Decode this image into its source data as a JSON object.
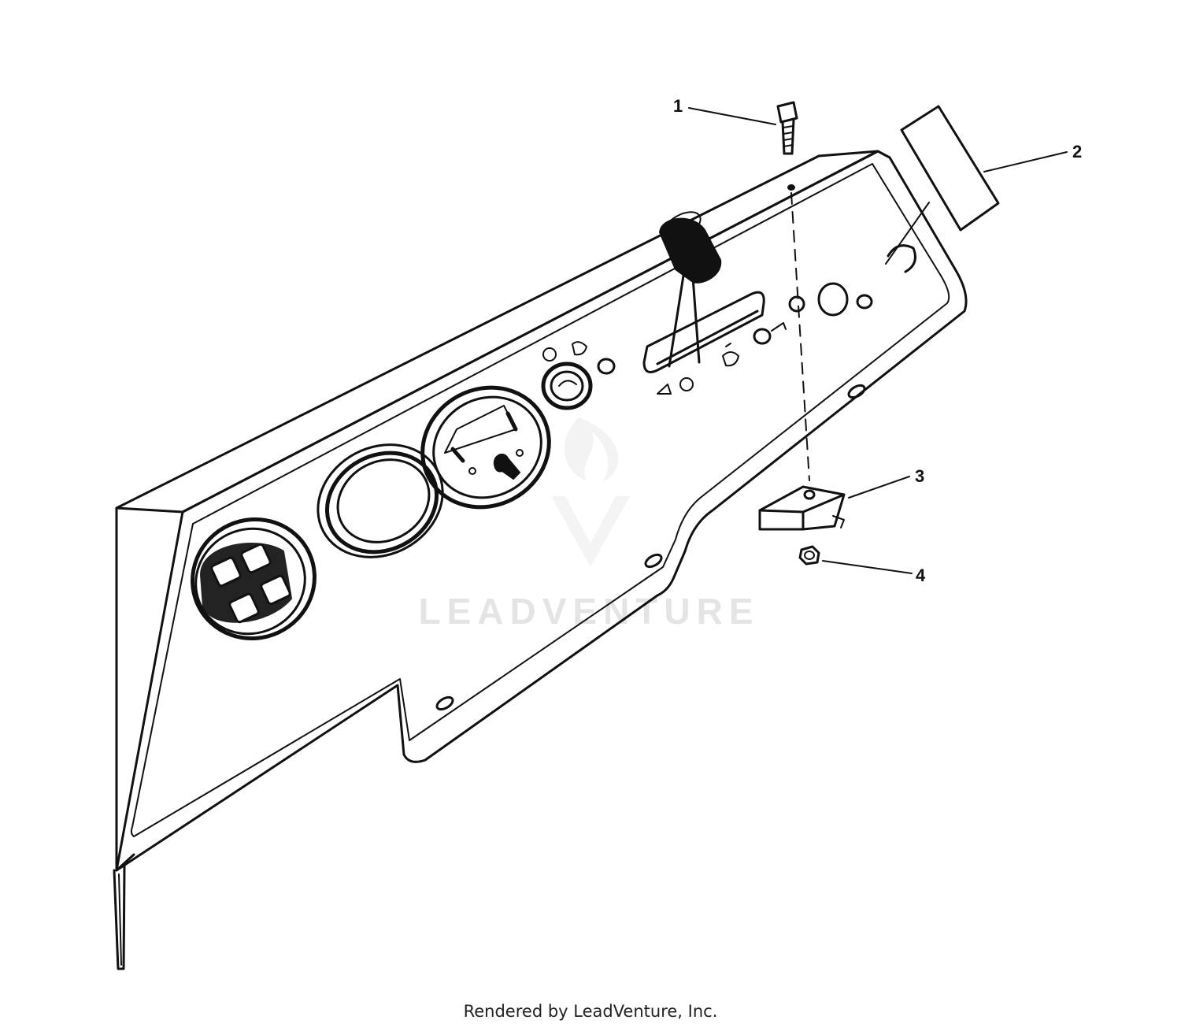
{
  "diagram": {
    "callouts": [
      {
        "id": "1",
        "label": "1"
      },
      {
        "id": "2",
        "label": "2"
      },
      {
        "id": "3",
        "label": "3"
      },
      {
        "id": "4",
        "label": "4"
      }
    ],
    "watermark_text": "LEADVENTURE",
    "footer_text": "Rendered by LeadVenture, Inc.",
    "colors": {
      "ink": "#111111",
      "background": "#ffffff",
      "watermark": "#e4e4e4"
    }
  }
}
